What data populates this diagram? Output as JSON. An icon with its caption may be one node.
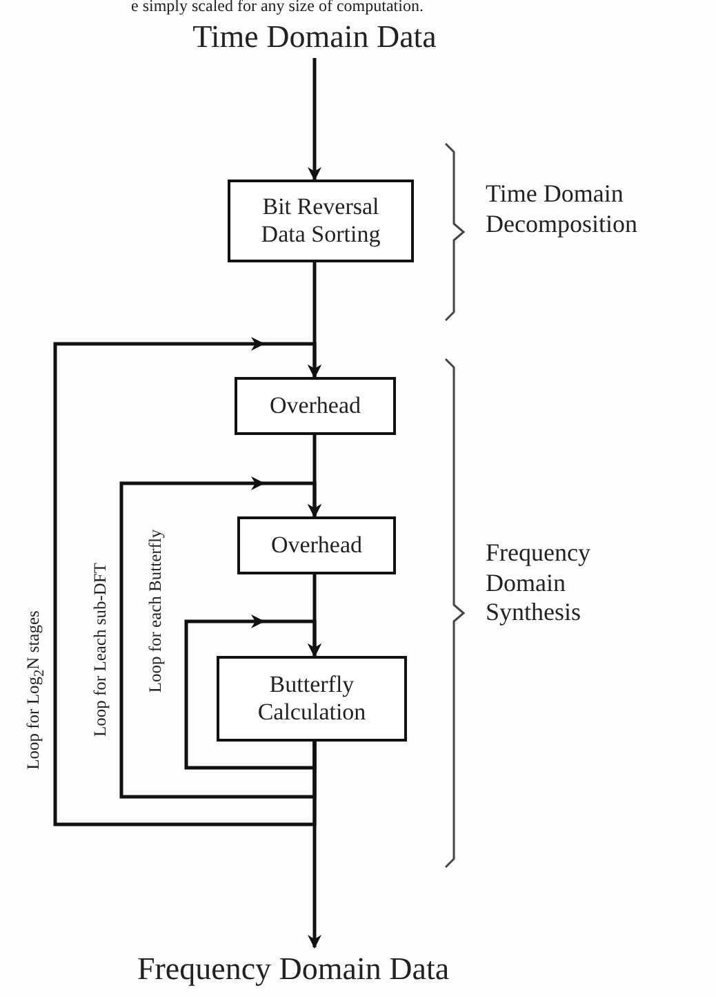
{
  "diagram": {
    "nodes": [
      {
        "text": [
          "Time Domain Data"
        ]
      },
      {
        "text": [
          "Bit Reversal Data Sorting"
        ]
      },
      {
        "text": [
          "Overhead"
        ]
      },
      {
        "text": [
          "Overhead"
        ]
      },
      {
        "text": [
          "Butterfly Calculation"
        ]
      },
      {
        "text": [
          "Frequency Domain Data"
        ]
      }
    ],
    "edges": [
      {
        "from": 0,
        "to": 1,
        "arrow": "to"
      },
      {
        "from": 1,
        "to": 2,
        "arrow": "to"
      },
      {
        "from": 2,
        "to": 3,
        "arrow": "to"
      },
      {
        "from": 3,
        "to": 4,
        "arrow": "to"
      },
      {
        "from": 4,
        "to": 5,
        "arrow": "to"
      },
      {
        "from": 4,
        "to": 4,
        "arrow": "to",
        "label": "Loop for each Butterfly"
      },
      {
        "from": 4,
        "to": 3,
        "arrow": "to",
        "label": "Loop for Leach sub-DFT"
      },
      {
        "from": 4,
        "to": 2,
        "arrow": "to",
        "label": "Loop for Log$_{2}$N stages"
      }
    ],
    "labels": [
      "e simply scaled for any size of computation.",
      "Time Domain Decomposition",
      "Frequency Domain Synthesis"
    ]
  }
}
